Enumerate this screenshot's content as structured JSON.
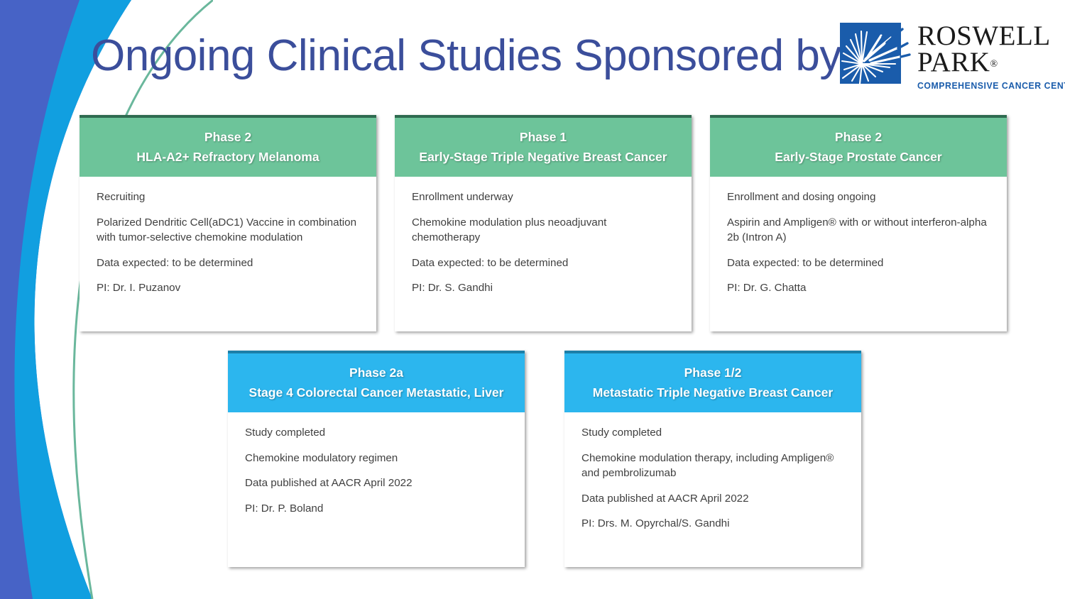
{
  "slide": {
    "title": "Ongoing Clinical Studies Sponsored by",
    "title_color": "#3B4E9B",
    "background": "#FFFFFF"
  },
  "logo": {
    "name": "roswell-park-logo",
    "line1": "ROSWELL",
    "line2": "PARK",
    "registered_mark": "®",
    "tagline": "COMPREHENSIVE CANCER CENTER",
    "mark_icon": "starburst-icon",
    "mark_color": "#1A5CAB",
    "wordmark_color": "#1A1A1A",
    "tagline_color": "#1A5CAB"
  },
  "decoration": {
    "name": "left-curve-decoration",
    "band_outer_color": "#4763C6",
    "band_inner_color": "#119FE0",
    "line_color": "#6AB79C"
  },
  "cards": [
    {
      "id": "hla-a2-melanoma",
      "accent": "green",
      "header_color": "#6DC49A",
      "phase": "Phase 2",
      "condition": "HLA-A2+ Refractory Melanoma",
      "lines": [
        "Recruiting",
        "Polarized Dendritic Cell(aDC1) Vaccine in combination with tumor-selective chemokine modulation",
        "Data expected: to be determined",
        "PI: Dr. I. Puzanov"
      ]
    },
    {
      "id": "early-stage-tnbc",
      "accent": "green",
      "header_color": "#6DC49A",
      "phase": "Phase 1",
      "condition": "Early-Stage Triple Negative Breast Cancer",
      "lines": [
        "Enrollment underway",
        "Chemokine modulation plus neoadjuvant chemotherapy",
        "Data expected: to be determined",
        "PI: Dr. S. Gandhi"
      ]
    },
    {
      "id": "early-stage-prostate",
      "accent": "green",
      "header_color": "#6DC49A",
      "phase": "Phase 2",
      "condition": "Early-Stage Prostate Cancer",
      "lines": [
        "Enrollment and dosing ongoing",
        "Aspirin and Ampligen® with or without interferon-alpha 2b (Intron A)",
        "Data expected: to be determined",
        "PI: Dr. G. Chatta"
      ]
    },
    {
      "id": "stage4-colorectal",
      "accent": "blue",
      "header_color": "#2CB6EE",
      "phase": "Phase 2a",
      "condition": "Stage 4 Colorectal Cancer Metastatic, Liver",
      "lines": [
        "Study completed",
        "Chemokine modulatory regimen",
        "Data published at AACR April 2022",
        "PI: Dr. P. Boland"
      ]
    },
    {
      "id": "metastatic-tnbc",
      "accent": "blue",
      "header_color": "#2CB6EE",
      "phase": "Phase 1/2",
      "condition": "Metastatic Triple Negative Breast Cancer",
      "lines": [
        "Study completed",
        "Chemokine modulation therapy, including Ampligen® and pembrolizumab",
        "Data published at AACR April 2022",
        "PI: Drs. M. Opyrchal/S. Gandhi"
      ]
    }
  ]
}
